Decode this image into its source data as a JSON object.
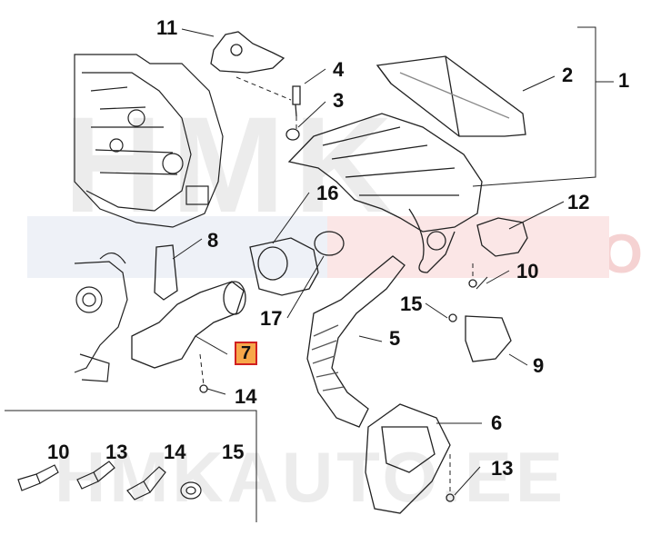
{
  "watermark": {
    "brand_top": "HMK",
    "brand_mid": "AUTO",
    "site": "HMKAUTO.EE",
    "colors": {
      "grey": "#e6e6e6",
      "red": "#f3c4c4",
      "blue": "#cfd9ea"
    }
  },
  "diagram": {
    "stroke_color": "#222222",
    "highlight_color": "#f7a74a",
    "highlight_border": "#d02020",
    "part_numbers": {
      "p1": "1",
      "p2": "2",
      "p3": "3",
      "p4": "4",
      "p5": "5",
      "p6": "6",
      "p7": "7",
      "p8": "8",
      "p9": "9",
      "p10": "10",
      "p11": "11",
      "p12": "12",
      "p13": "13",
      "p14": "14",
      "p15": "15",
      "p16": "16",
      "p17": "17"
    },
    "legend_numbers": {
      "l10": "10",
      "l13": "13",
      "l14": "14",
      "l15": "15"
    },
    "highlighted_part": "7"
  }
}
